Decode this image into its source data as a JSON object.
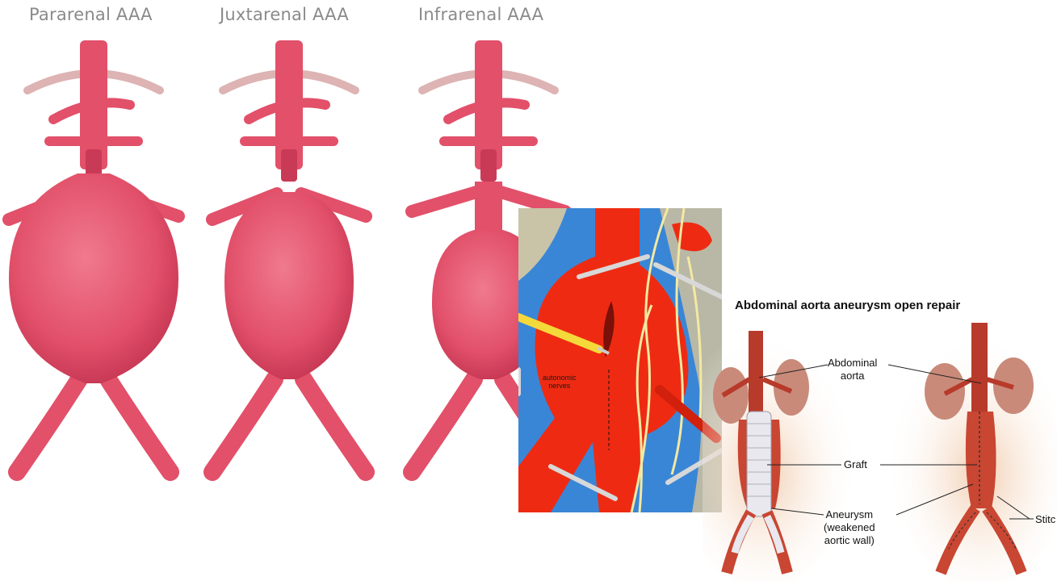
{
  "aaa_types": {
    "labels": [
      "Pararenal AAA",
      "Juxtarenal AAA",
      "Infrarenal AAA"
    ]
  },
  "surgery_illustration": {
    "nerve_label": "autonomic\nnerves",
    "colors": {
      "background": "#3a86d6",
      "aorta": "#ee2b12",
      "nerves": "#f3e9a2"
    }
  },
  "open_repair": {
    "title": "Abdominal aorta aneurysm open repair",
    "callouts": {
      "abdominal_aorta": "Abdominal\naorta",
      "graft": "Graft",
      "aneurysm": "Aneurysm\n(weakened\naortic wall)",
      "stitches": "Stitc"
    }
  },
  "colors": {
    "aorta_pink": "#e2506a",
    "aorta_shade": "#c93a56"
  }
}
